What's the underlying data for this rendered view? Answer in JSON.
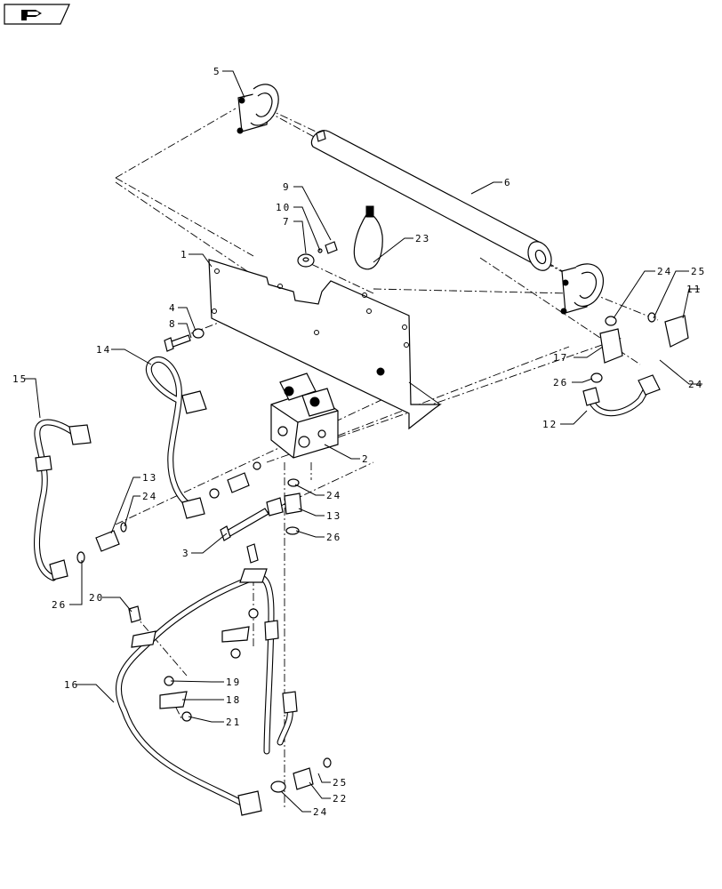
{
  "toolbar": {
    "nav_icon": "hand-pointer-icon"
  },
  "callouts": [
    {
      "id": "c1",
      "label": "1"
    },
    {
      "id": "c2",
      "label": "2"
    },
    {
      "id": "c3",
      "label": "3"
    },
    {
      "id": "c4",
      "label": "4"
    },
    {
      "id": "c5",
      "label": "5"
    },
    {
      "id": "c6",
      "label": "6"
    },
    {
      "id": "c7",
      "label": "7"
    },
    {
      "id": "c8",
      "label": "8"
    },
    {
      "id": "c9",
      "label": "9"
    },
    {
      "id": "c10",
      "label": "10"
    },
    {
      "id": "c11",
      "label": "11"
    },
    {
      "id": "c12",
      "label": "12"
    },
    {
      "id": "c13a",
      "label": "13"
    },
    {
      "id": "c13b",
      "label": "13"
    },
    {
      "id": "c14",
      "label": "14"
    },
    {
      "id": "c15",
      "label": "15"
    },
    {
      "id": "c16",
      "label": "16"
    },
    {
      "id": "c17",
      "label": "17"
    },
    {
      "id": "c18",
      "label": "18"
    },
    {
      "id": "c19",
      "label": "19"
    },
    {
      "id": "c20",
      "label": "20"
    },
    {
      "id": "c21",
      "label": "21"
    },
    {
      "id": "c22",
      "label": "22"
    },
    {
      "id": "c23",
      "label": "23"
    },
    {
      "id": "c24a",
      "label": "24"
    },
    {
      "id": "c24b",
      "label": "24"
    },
    {
      "id": "c24c",
      "label": "24"
    },
    {
      "id": "c24d",
      "label": "24"
    },
    {
      "id": "c24e",
      "label": "24"
    },
    {
      "id": "c25a",
      "label": "25"
    },
    {
      "id": "c25b",
      "label": "25"
    },
    {
      "id": "c26a",
      "label": "26"
    },
    {
      "id": "c26b",
      "label": "26"
    },
    {
      "id": "c26c",
      "label": "26"
    }
  ]
}
